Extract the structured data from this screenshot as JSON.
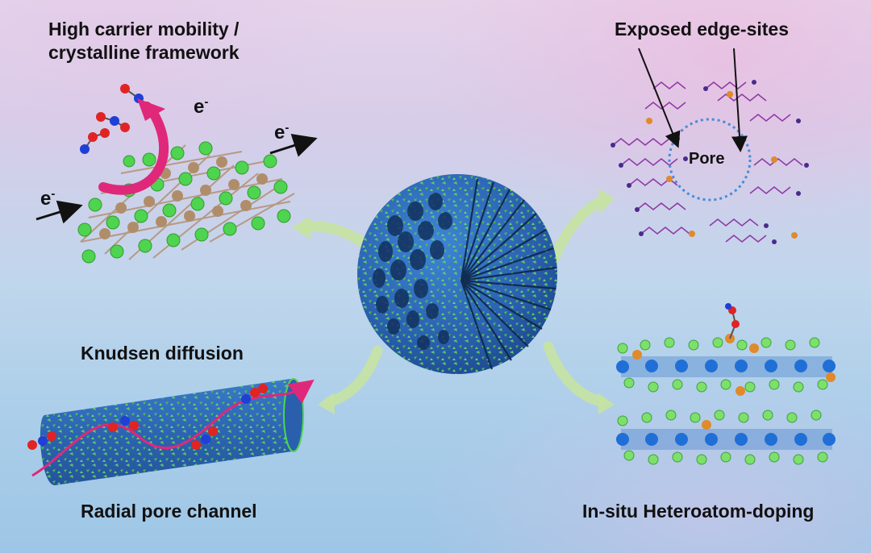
{
  "labels": {
    "top_left_line1": "High carrier mobility /",
    "top_left_line2": "crystalline framework",
    "top_right": "Exposed edge-sites",
    "pore": "Pore",
    "mid_left": "Knudsen diffusion",
    "bottom_left": "Radial pore channel",
    "bottom_right": "In-situ Heteroatom-doping",
    "electron": "e",
    "electron_charge": "-"
  },
  "colors": {
    "green_atom": "#4fd44f",
    "metal_atom": "#b08d6a",
    "blue_atom": "#1f6fd6",
    "orange_atom": "#e08a2a",
    "red_atom": "#e02424",
    "purple_bond": "#8a2aa0",
    "magenta_arrow": "#e0287a",
    "sphere_blue": "#2f6fbf",
    "arrow_green": "#c5e3a2"
  }
}
